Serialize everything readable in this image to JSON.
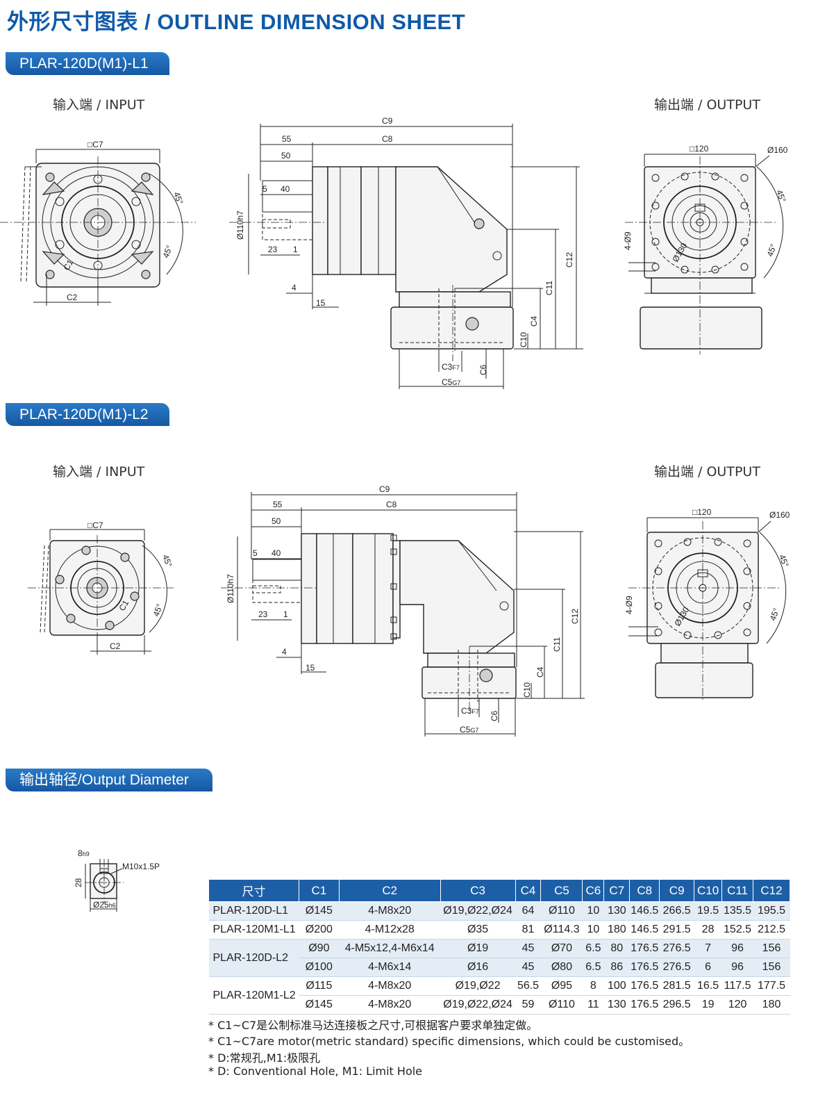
{
  "title": "外形尺寸图表 / OUTLINE DIMENSION SHEET",
  "sections": {
    "l1": {
      "tag": "PLAR-120D(M1)-L1",
      "input_label": "输入端 / INPUT",
      "output_label": "输出端 / OUTPUT"
    },
    "l2": {
      "tag": "PLAR-120D(M1)-L2",
      "input_label": "输入端 / INPUT",
      "output_label": "输出端 / OUTPUT"
    },
    "output": {
      "tag": "输出轴径/Output Diameter"
    }
  },
  "dims": {
    "c1": "C1",
    "c2": "C2",
    "c3": "C3",
    "f7": "F7",
    "c4": "C4",
    "c5": "C5",
    "g7": "G7",
    "c6": "C6",
    "c7": "□C7",
    "c8": "C8",
    "c9": "C9",
    "c10": "C10",
    "c11": "C11",
    "c12": "C12",
    "d55": "55",
    "d50": "50",
    "d40": "40",
    "d5": "5",
    "d23": "23",
    "d1": "1",
    "d4": "4",
    "d15": "15",
    "shaft": "Ø110h7",
    "angle": "45°",
    "sq120": "□120",
    "dia160": "Ø160",
    "dia130": "Ø130",
    "holes": "4-Ø9",
    "key": "8",
    "key_tol": "h9",
    "thread": "M10x1.5P",
    "height28": "28",
    "dia25": "Ø25",
    "dia25_tol": "h6"
  },
  "table": {
    "headers": [
      "尺寸",
      "C1",
      "C2",
      "C3",
      "C4",
      "C5",
      "C6",
      "C7",
      "C8",
      "C9",
      "C10",
      "C11",
      "C12"
    ],
    "rows": [
      {
        "model": "PLAR-120D-L1",
        "c1": "Ø145",
        "c2": "4-M8x20",
        "c3": "Ø19,Ø22,Ø24",
        "c4": "64",
        "c5": "Ø110",
        "c6": "10",
        "c7": "130",
        "c8": "146.5",
        "c9": "266.5",
        "c10": "19.5",
        "c11": "135.5",
        "c12": "195.5"
      },
      {
        "model": "PLAR-120M1-L1",
        "c1": "Ø200",
        "c2": "4-M12x28",
        "c3": "Ø35",
        "c4": "81",
        "c5": "Ø114.3",
        "c6": "10",
        "c7": "180",
        "c8": "146.5",
        "c9": "291.5",
        "c10": "28",
        "c11": "152.5",
        "c12": "212.5"
      },
      {
        "model": "PLAR-120D-L2",
        "c1": "Ø90",
        "c2": "4-M5x12,4-M6x14",
        "c3": "Ø19",
        "c4": "45",
        "c5": "Ø70",
        "c6": "6.5",
        "c7": "80",
        "c8": "176.5",
        "c9": "276.5",
        "c10": "7",
        "c11": "96",
        "c12": "156"
      },
      {
        "c1": "Ø100",
        "c2": "4-M6x14",
        "c3": "Ø16",
        "c4": "45",
        "c5": "Ø80",
        "c6": "6.5",
        "c7": "86",
        "c8": "176.5",
        "c9": "276.5",
        "c10": "6",
        "c11": "96",
        "c12": "156"
      },
      {
        "model": "PLAR-120M1-L2",
        "c1": "Ø115",
        "c2": "4-M8x20",
        "c3": "Ø19,Ø22",
        "c4": "56.5",
        "c5": "Ø95",
        "c6": "8",
        "c7": "100",
        "c8": "176.5",
        "c9": "281.5",
        "c10": "16.5",
        "c11": "117.5",
        "c12": "177.5"
      },
      {
        "c1": "Ø145",
        "c2": "4-M8x20",
        "c3": "Ø19,Ø22,Ø24",
        "c4": "59",
        "c5": "Ø110",
        "c6": "11",
        "c7": "130",
        "c8": "176.5",
        "c9": "296.5",
        "c10": "19",
        "c11": "120",
        "c12": "180"
      }
    ]
  },
  "notes": [
    "* C1~C7是公制标准马达连接板之尺寸,可根据客户要求单独定做。",
    "* C1~C7are motor(metric standard)  specific dimensions, which could be customised。",
    "* D:常规孔,M1:极限孔",
    "* D: Conventional Hole, M1: Limit Hole"
  ]
}
